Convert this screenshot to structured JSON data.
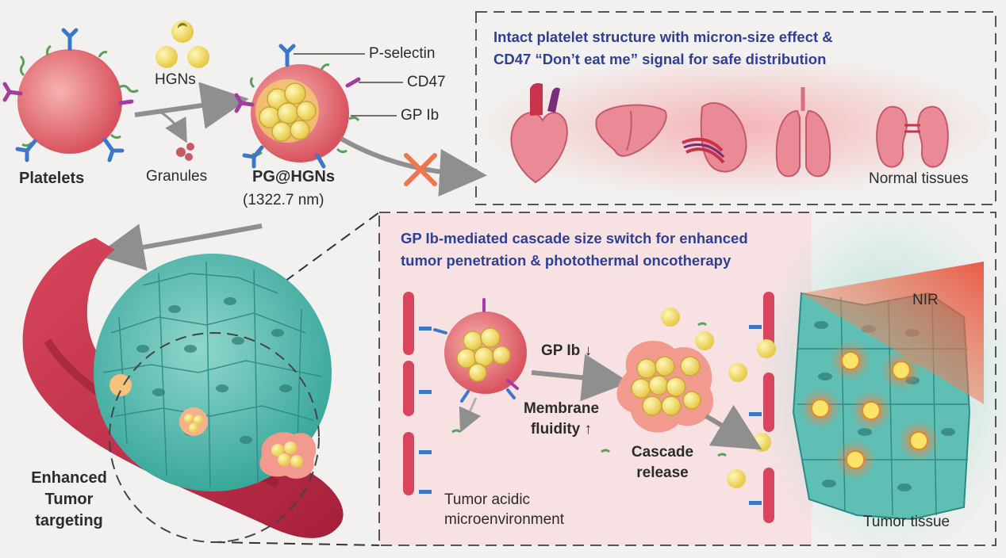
{
  "colors": {
    "background": "#f2f1ef",
    "heading_blue": "#2e3f9a",
    "platelet_red": "#e0646e",
    "gold_nanoparticle": "#f4e26a",
    "tumor_teal": "#5fbfb5",
    "vessel_red": "#c8324a",
    "cross_orange": "#f07650",
    "nir_red": "#e8402a",
    "p_selectin": "#3b78c9",
    "cd47": "#a23f9e",
    "gp_ib": "#5aa05a"
  },
  "top_left": {
    "hgns_label": "HGNs",
    "platelets_label": "Platelets",
    "granules_label": "Granules",
    "pg_label": "PG@HGNs",
    "pg_size": "(1322.7 nm)",
    "receptors": [
      "P-selectin",
      "CD47",
      "GP Ib"
    ]
  },
  "top_box": {
    "heading_line1": "Intact platelet structure with micron-size effect &",
    "heading_line2": "CD47 “Don’t eat me” signal for safe distribution",
    "organ_icons": [
      "heart-icon",
      "liver-icon",
      "spleen-icon",
      "lung-icon",
      "kidney-icon"
    ],
    "tissue_label": "Normal tissues"
  },
  "bottom_left": {
    "label_line1": "Enhanced",
    "label_line2": "Tumor",
    "label_line3": "targeting"
  },
  "bottom_box": {
    "heading_line1": "GP Ib-mediated cascade size switch for enhanced",
    "heading_line2": "tumor penetration & photothermal oncotherapy",
    "gp_ib_down": "GP Ib",
    "membrane_line1": "Membrane",
    "membrane_line2": "fluidity",
    "cascade_line1": "Cascade",
    "cascade_line2": "release",
    "acidic_line1": "Tumor acidic",
    "acidic_line2": "microenvironment",
    "nir_label": "NIR",
    "tumor_tissue_label": "Tumor tissue"
  }
}
